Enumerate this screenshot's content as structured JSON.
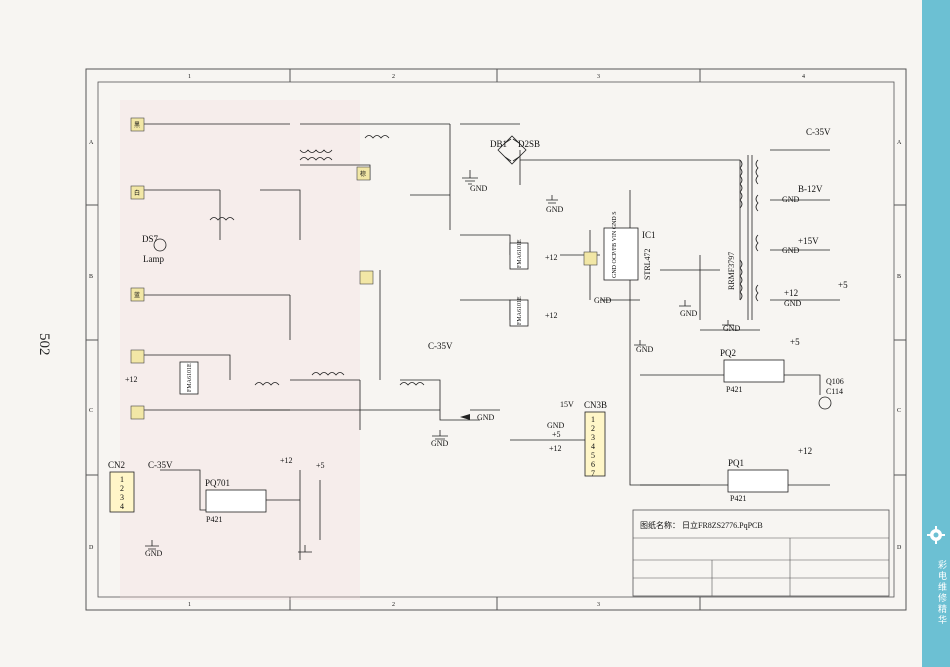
{
  "page_number": "502",
  "grid": {
    "cols": [
      "1",
      "2",
      "3",
      "4"
    ],
    "rows": [
      "A",
      "B",
      "C",
      "D"
    ]
  },
  "title_block": {
    "text": "图纸名称：   日立FR8ZS2776.PqPCB"
  },
  "side_band": {
    "text": "彩电维修精华"
  },
  "labels": {
    "db1": "DB1",
    "d2sb": "D2SB",
    "gnd": "GND",
    "ic1": "IC1",
    "str": "STRL472",
    "ic_pins": "GND OCP/FB VIN GND S",
    "c35v": "C-35V",
    "b12v": "B-12V",
    "p15v": "+15V",
    "p12": "+12",
    "p5": "+5",
    "ds7": "DS7",
    "lamp": "Lamp",
    "pq2": "PQ2",
    "pq1": "PQ1",
    "pq701": "PQ701",
    "p421": "P421",
    "q106": "Q106",
    "c114": "C114",
    "cn2": "CN2",
    "cn3b": "CN3B",
    "v15": "15V",
    "rrmf": "RRMF3797",
    "fma1": "FMA6101E",
    "fma2": "FMA6101E",
    "fma3": "FMA6101E",
    "gnd_arrow": "GND",
    "cn2_pins": [
      "1",
      "2",
      "3",
      "4"
    ],
    "cn3b_pins": [
      "1",
      "2",
      "3",
      "4",
      "5",
      "6",
      "7"
    ],
    "cn3b_labels": [
      "GND",
      "+5",
      "+12"
    ],
    "white": "白",
    "black": "黑",
    "blue": "蓝",
    "brown": "棕"
  }
}
